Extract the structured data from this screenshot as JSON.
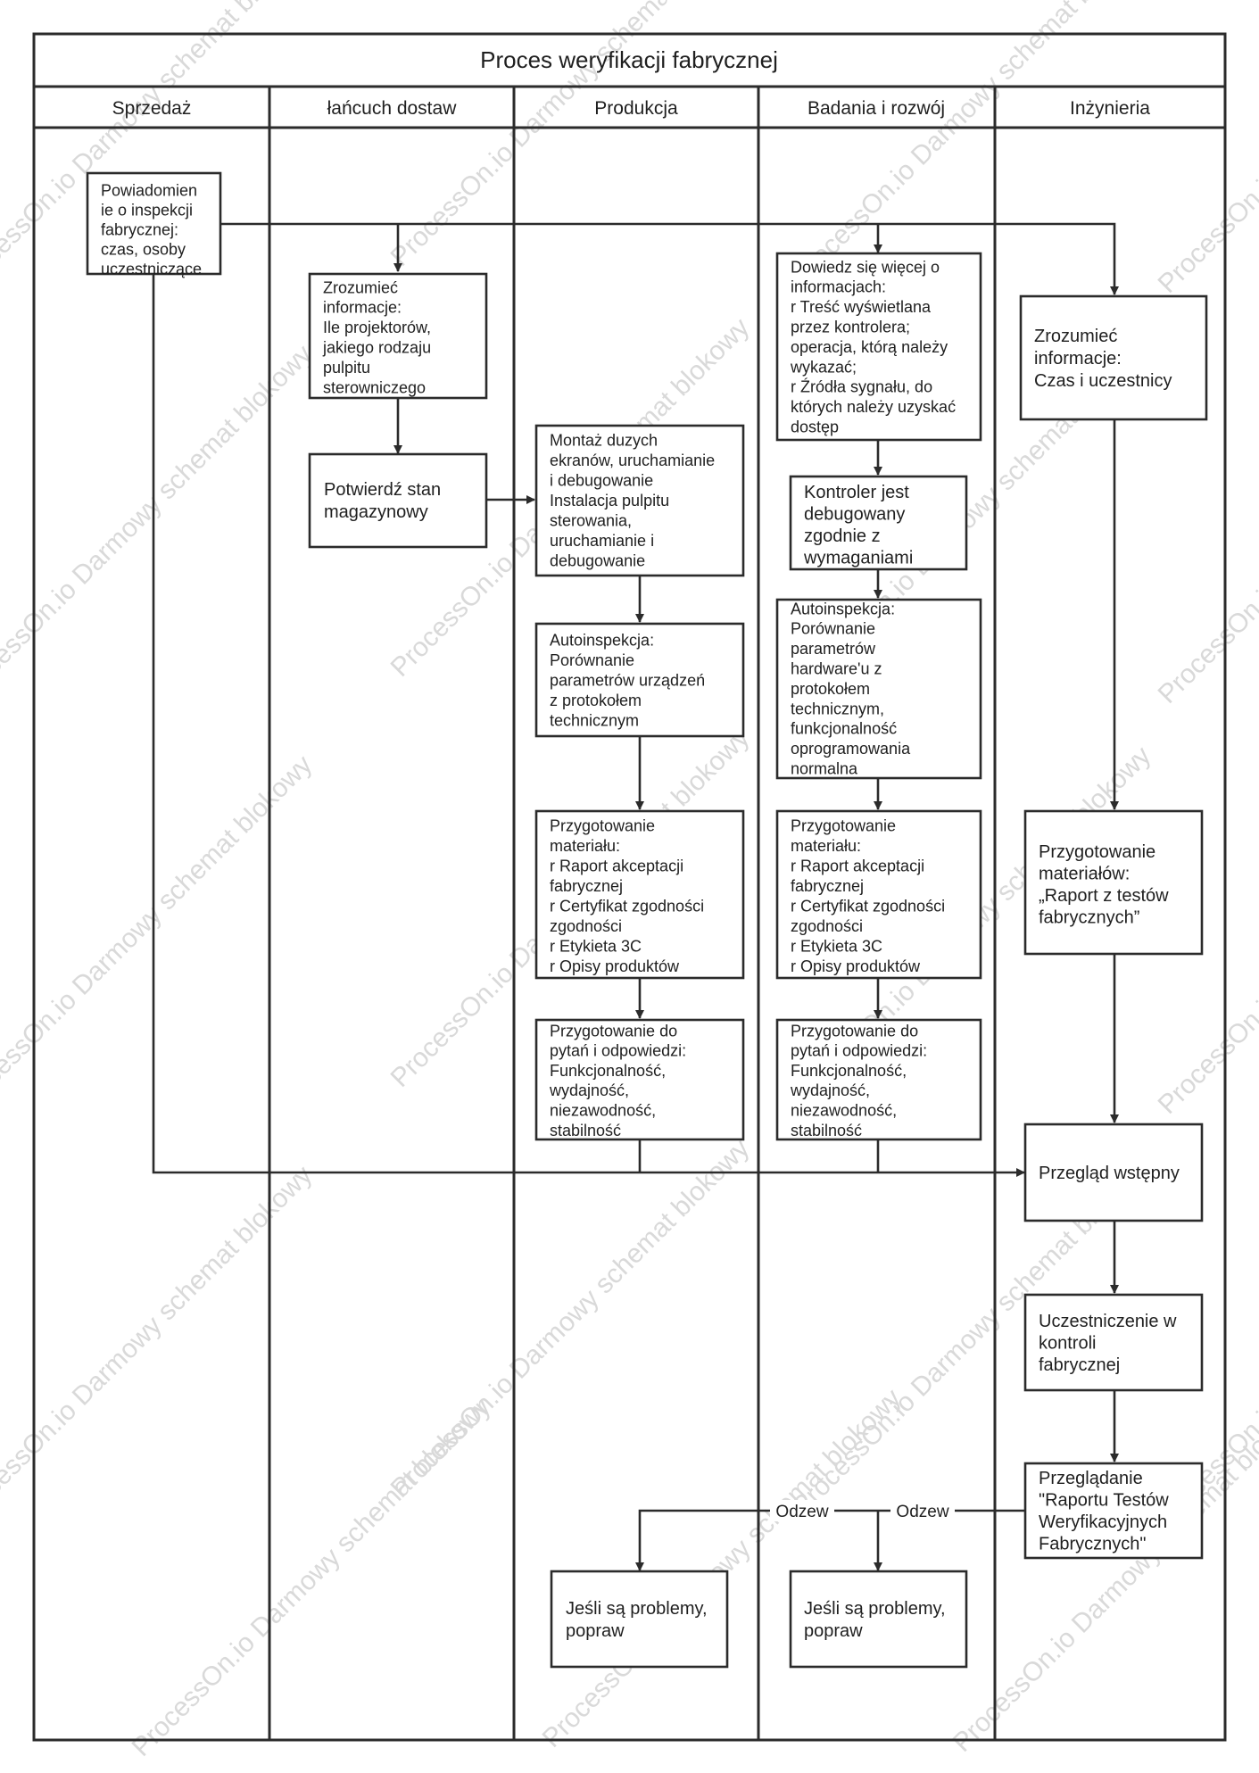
{
  "title": "Proces weryfikacji fabrycznej",
  "lanes": [
    {
      "id": "sales",
      "label": "Sprzedaż"
    },
    {
      "id": "supply",
      "label": "łańcuch dostaw"
    },
    {
      "id": "production",
      "label": "Produkcja"
    },
    {
      "id": "rnd",
      "label": "Badania i rozwój"
    },
    {
      "id": "engineering",
      "label": "Inżynieria"
    }
  ],
  "nodes": {
    "n_notify": {
      "lane": "sales",
      "lines": [
        "Powiadomien",
        "ie o inspekcji",
        "fabrycznej:",
        "czas, osoby",
        "uczestniczące"
      ]
    },
    "n_sc_understand": {
      "lane": "supply",
      "lines": [
        "Zrozumieć",
        "informacje:",
        "Ile projektorów,",
        "jakiego rodzaju",
        "pulpitu",
        "sterowniczego"
      ]
    },
    "n_sc_confirm": {
      "lane": "supply",
      "lines": [
        "Potwierdź stan",
        "magazynowy"
      ]
    },
    "n_p_assembly": {
      "lane": "production",
      "lines": [
        "Montaż duzych",
        "ekranów, uruchamianie",
        "i debugowanie",
        "Instalacja pulpitu",
        "sterowania,",
        "uruchamianie i",
        "debugowanie"
      ]
    },
    "n_p_selfcheck": {
      "lane": "production",
      "lines": [
        "Autoinspekcja:",
        "Porównanie",
        "parametrów urządzeń",
        "z protokołem",
        "technicznym"
      ]
    },
    "n_p_material": {
      "lane": "production",
      "lines": [
        "Przygotowanie",
        "materiału:",
        "r Raport akceptacji",
        "fabrycznej",
        "r Certyfikat zgodności",
        "zgodności",
        "r Etykieta 3C",
        "r Opisy produktów"
      ]
    },
    "n_p_qa": {
      "lane": "production",
      "lines": [
        "Przygotowanie do",
        "pytań i odpowiedzi:",
        "Funkcjonalność,",
        "wydajność,",
        "niezawodność,",
        "stabilność"
      ]
    },
    "n_p_fix": {
      "lane": "production",
      "lines": [
        "Jeśli są problemy,",
        "popraw"
      ]
    },
    "n_r_learn": {
      "lane": "rnd",
      "lines": [
        "Dowiedz się więcej o",
        "informacjach:",
        "r Treść wyświetlana",
        "przez kontrolera;",
        "operacja, którą należy",
        "wykazać;",
        "r Źródła sygnału, do",
        "których należy uzyskać",
        "dostęp"
      ]
    },
    "n_r_debug": {
      "lane": "rnd",
      "lines": [
        "Kontroler jest",
        "debugowany",
        "zgodnie z",
        "wymaganiami"
      ]
    },
    "n_r_selfcheck": {
      "lane": "rnd",
      "lines": [
        "Autoinspekcja:",
        "Porównanie",
        "parametrów",
        "hardware'u z",
        "protokołem",
        "technicznym,",
        "funkcjonalność",
        "oprogramowania",
        "normalna"
      ]
    },
    "n_r_material": {
      "lane": "rnd",
      "lines": [
        "Przygotowanie",
        "materiału:",
        "r Raport akceptacji",
        "fabrycznej",
        "r Certyfikat zgodności",
        "zgodności",
        "r Etykieta 3C",
        "r Opisy produktów"
      ]
    },
    "n_r_qa": {
      "lane": "rnd",
      "lines": [
        "Przygotowanie do",
        "pytań i odpowiedzi:",
        "Funkcjonalność,",
        "wydajność,",
        "niezawodność,",
        "stabilność"
      ]
    },
    "n_r_fix": {
      "lane": "rnd",
      "lines": [
        "Jeśli są problemy,",
        "popraw"
      ]
    },
    "n_e_understand": {
      "lane": "engineering",
      "lines": [
        "Zrozumieć",
        "informacje:",
        "Czas i uczestnicy"
      ]
    },
    "n_e_material": {
      "lane": "engineering",
      "lines": [
        "Przygotowanie",
        "materiałów:",
        "„Raport z testów",
        "fabrycznych”"
      ]
    },
    "n_e_prereview": {
      "lane": "engineering",
      "lines": [
        "Przegląd wstępny"
      ]
    },
    "n_e_participate": {
      "lane": "engineering",
      "lines": [
        "Uczestniczenie w",
        "kontroli",
        "fabrycznej"
      ]
    },
    "n_e_review": {
      "lane": "engineering",
      "lines": [
        "Przeglądanie",
        "\"Raportu Testów",
        "Weryfikacyjnych",
        "Fabrycznych\""
      ]
    }
  },
  "edges": [
    {
      "from": "n_notify",
      "to": "n_sc_understand"
    },
    {
      "from": "n_notify",
      "to": "n_r_learn"
    },
    {
      "from": "n_notify",
      "to": "n_e_understand"
    },
    {
      "from": "n_notify",
      "to": "n_e_prereview"
    },
    {
      "from": "n_sc_understand",
      "to": "n_sc_confirm"
    },
    {
      "from": "n_sc_confirm",
      "to": "n_p_assembly"
    },
    {
      "from": "n_p_assembly",
      "to": "n_p_selfcheck"
    },
    {
      "from": "n_p_selfcheck",
      "to": "n_p_material"
    },
    {
      "from": "n_p_material",
      "to": "n_p_qa"
    },
    {
      "from": "n_p_qa",
      "to": "n_e_prereview"
    },
    {
      "from": "n_r_learn",
      "to": "n_r_debug"
    },
    {
      "from": "n_r_debug",
      "to": "n_r_selfcheck"
    },
    {
      "from": "n_r_selfcheck",
      "to": "n_r_material"
    },
    {
      "from": "n_r_material",
      "to": "n_r_qa"
    },
    {
      "from": "n_r_qa",
      "to": "n_e_prereview"
    },
    {
      "from": "n_e_understand",
      "to": "n_e_material"
    },
    {
      "from": "n_e_material",
      "to": "n_e_prereview"
    },
    {
      "from": "n_e_prereview",
      "to": "n_e_participate"
    },
    {
      "from": "n_e_participate",
      "to": "n_e_review"
    },
    {
      "from": "n_e_review",
      "to": "n_r_fix",
      "label": "Odzew"
    },
    {
      "from": "n_e_review",
      "to": "n_p_fix",
      "label": "Odzew"
    }
  ],
  "edge_labels": {
    "feedback_rnd": "Odzew",
    "feedback_production": "Odzew"
  },
  "watermark": "ProcessOn.io Darmowy schemat blokowy"
}
